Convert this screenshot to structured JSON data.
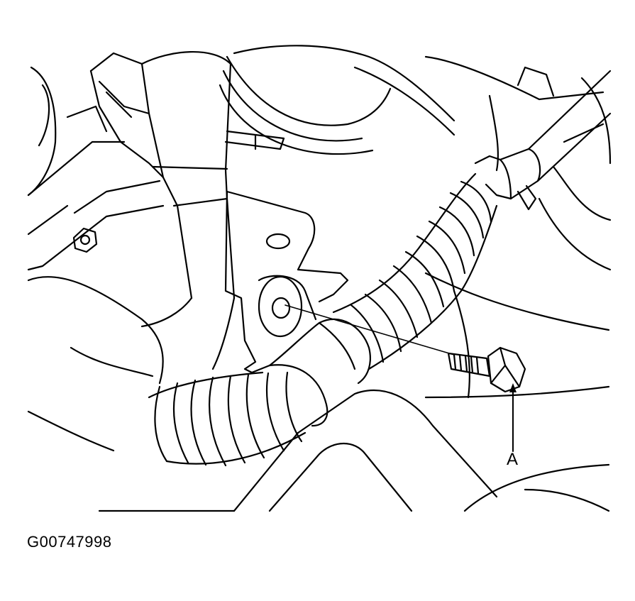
{
  "diagram": {
    "callout_label": "A",
    "figure_id": "G00747998",
    "line_color": "#000000",
    "background_color": "#ffffff",
    "depicted_parts": [
      "shaft-tube",
      "hose-clamp-bracket",
      "corrugated-hose",
      "hose-clip",
      "flange-bolt"
    ]
  }
}
